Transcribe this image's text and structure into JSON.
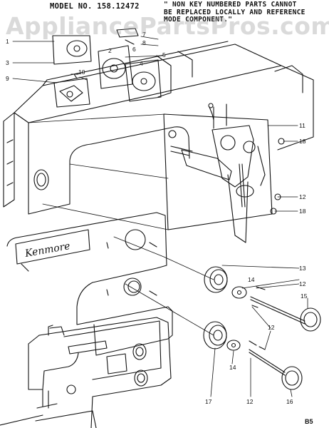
{
  "header": {
    "model": "MODEL NO. 158.12472",
    "note_lines": [
      "\" NON KEY NUMBERED PARTS CANNOT",
      "BE REPLACED LOCALLY AND REFERENCE",
      "MODE COMPONENT.\""
    ]
  },
  "watermark": "AppliancePartsPros.com",
  "brand_label": "Kenmore",
  "callouts": [
    "1",
    "2",
    "3",
    "4",
    "5",
    "6",
    "7",
    "8",
    "9",
    "10",
    "11",
    "12",
    "13",
    "14",
    "15",
    "16",
    "17",
    "18"
  ],
  "footer": "B5",
  "colors": {
    "ink": "#111111",
    "watermark": "#969696"
  }
}
